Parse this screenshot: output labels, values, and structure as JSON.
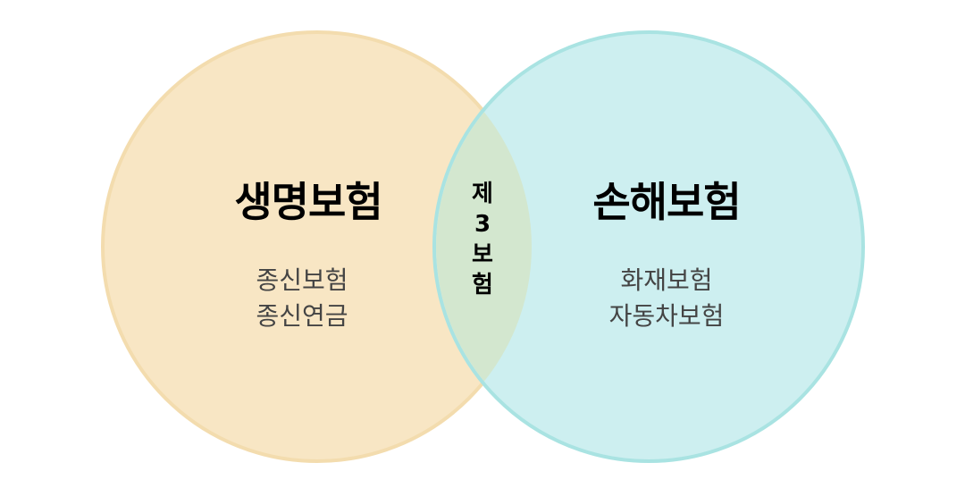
{
  "colors": {
    "left_fill": "#f8e6c4",
    "left_stroke": "#f3dcae",
    "right_fill": "#cdeff0",
    "right_stroke": "#a9e3e2",
    "overlap": "#d3e7cf"
  },
  "left": {
    "title": "생명보험",
    "items": [
      "종신보험",
      "종신연금"
    ]
  },
  "right": {
    "title": "손해보험",
    "items": [
      "화재보험",
      "자동차보험"
    ]
  },
  "center": {
    "chars": [
      "제",
      "3",
      "보",
      "험"
    ]
  }
}
